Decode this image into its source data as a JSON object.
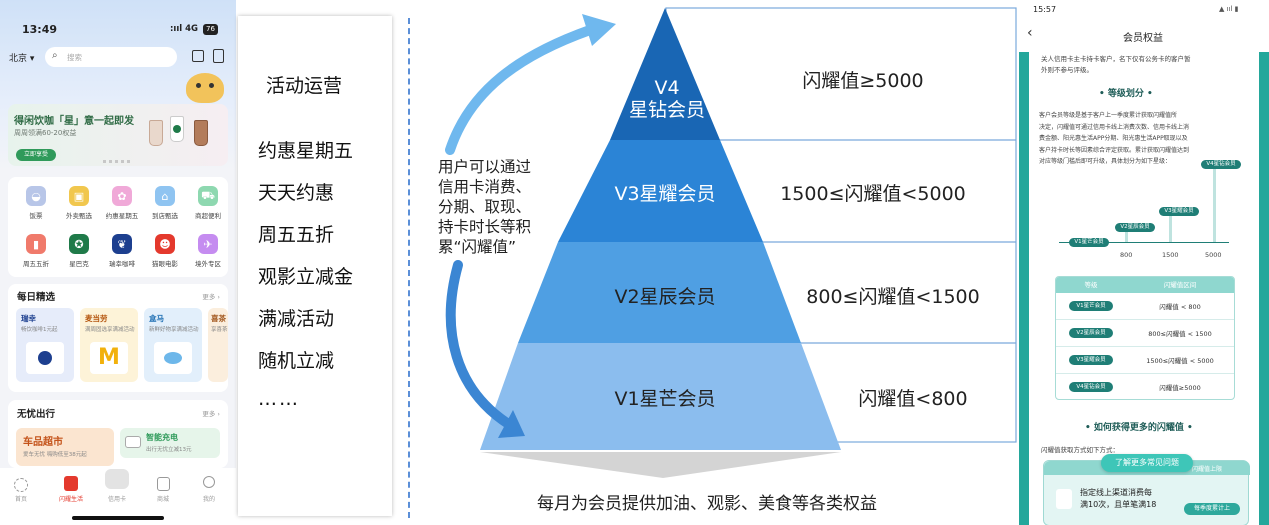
{
  "phone1": {
    "time": "13:49",
    "signal": ":ııl 4G",
    "battery": "76",
    "city": "北京",
    "search_placeholder": "搜索",
    "banner": {
      "title": "得闲饮咖「星」意一起即发",
      "subtitle": "周周领满60-20权益",
      "button": "立即享受"
    },
    "grid": [
      {
        "label": "饭票",
        "icon": "rice-bowl-icon",
        "color": "#b8c6e8"
      },
      {
        "label": "外卖甄选",
        "icon": "takeout-bag-icon",
        "color": "#f1c74e"
      },
      {
        "label": "约惠星期五",
        "icon": "gift-icon",
        "color": "#f0a9d8"
      },
      {
        "label": "到店甄选",
        "icon": "store-icon",
        "color": "#8fc4f1"
      },
      {
        "label": "商超便利",
        "icon": "cart-icon",
        "color": "#8ed8b0"
      },
      {
        "label": "周五五折",
        "icon": "bookmark-icon",
        "color": "#f07a6b"
      },
      {
        "label": "星巴克",
        "icon": "starbucks-logo-icon",
        "color": "#1f7a49"
      },
      {
        "label": "瑞幸咖啡",
        "icon": "luckin-logo-icon",
        "color": "#1d3f8f"
      },
      {
        "label": "猫眼电影",
        "icon": "maoyan-logo-icon",
        "color": "#e4392d"
      },
      {
        "label": "境外专区",
        "icon": "plane-icon",
        "color": "#c58cf0"
      }
    ],
    "daily": {
      "title": "每日精选",
      "more": "更多 ›",
      "items": [
        {
          "name": "瑞幸",
          "desc": "畅饮咖啡1元起"
        },
        {
          "name": "麦当劳",
          "desc": "满周固选享满减活动"
        },
        {
          "name": "盒马",
          "desc": "新鲜好物享满减活动"
        },
        {
          "name": "喜茶",
          "desc": "享喜茶"
        }
      ]
    },
    "travel": {
      "title": "无忧出行",
      "more": "更多 ›",
      "car_title": "车品超市",
      "car_sub": "爱车无忧 嗨购低至38元起",
      "charge_title": "智能充电",
      "charge_sub": "出行无忧立减13元"
    },
    "nav": [
      "首页",
      "闪耀生活",
      "信用卡",
      "商城",
      "我的"
    ]
  },
  "list": {
    "items": [
      "活动运营",
      "约惠星期五",
      "天天约惠",
      "周五五折",
      "观影立减金",
      "满减活动",
      "随机立减",
      "……"
    ]
  },
  "pyramid": {
    "tiers": [
      {
        "name": "V4\n星钻会员",
        "value": "闪耀值≥5000",
        "color": "#1966b4"
      },
      {
        "name": "V3星耀会员",
        "value": "1500≤闪耀值<5000",
        "color": "#2b84d6"
      },
      {
        "name": "V2星辰会员",
        "value": "800≤闪耀值<1500",
        "color": "#4f9fe3"
      },
      {
        "name": "V1星芒会员",
        "value": "闪耀值<800",
        "color": "#8bbdee"
      }
    ],
    "side_text": "用户可以通过\n信用卡消费、\n分期、取现、\n持卡时长等积\n累“闪耀值”",
    "bottom_text": "每月为会员提供加油、观影、美食等各类权益"
  },
  "phone2": {
    "time": "15:57",
    "title": "会员权益",
    "intro": "关人信用卡主卡持卡客户，名下仅有公务卡的客户暂\n外则不参与评级。",
    "section1": "等级划分",
    "body": "客户会员等级是基于客户上一季度累计获取闪耀值所\n决定，闪耀值可通过信用卡线上消费次数、信用卡线上消\n费金额、阳光惠生活APP分期、阳光惠生活APP取现以及\n客户持卡时长等因素综合评定获取。累计获取闪耀值达到\n对应等级门槛后即可升级，具体划分为如下星级：",
    "axis": [
      "800",
      "1500",
      "5000"
    ],
    "table_head": [
      "等级",
      "闪耀值区间"
    ],
    "table": [
      {
        "level": "V1星芒会员",
        "range": "闪耀值 < 800"
      },
      {
        "level": "V2星辰会员",
        "range": "800≤闪耀值 < 1500"
      },
      {
        "level": "V3星耀会员",
        "range": "1500≤闪耀值 < 5000"
      },
      {
        "level": "V4星钻会员",
        "range": "闪耀值≥5000"
      }
    ],
    "section2": "如何获得更多的闪耀值",
    "foot_line": "闪耀值获取方式如下方式：",
    "faq_button": "了解更多常见问题",
    "card_title": "指定线上渠道消费每\n满10次，且单笔满18",
    "card_pill": "每季度累计上",
    "card_tab": "闪耀值上限"
  }
}
